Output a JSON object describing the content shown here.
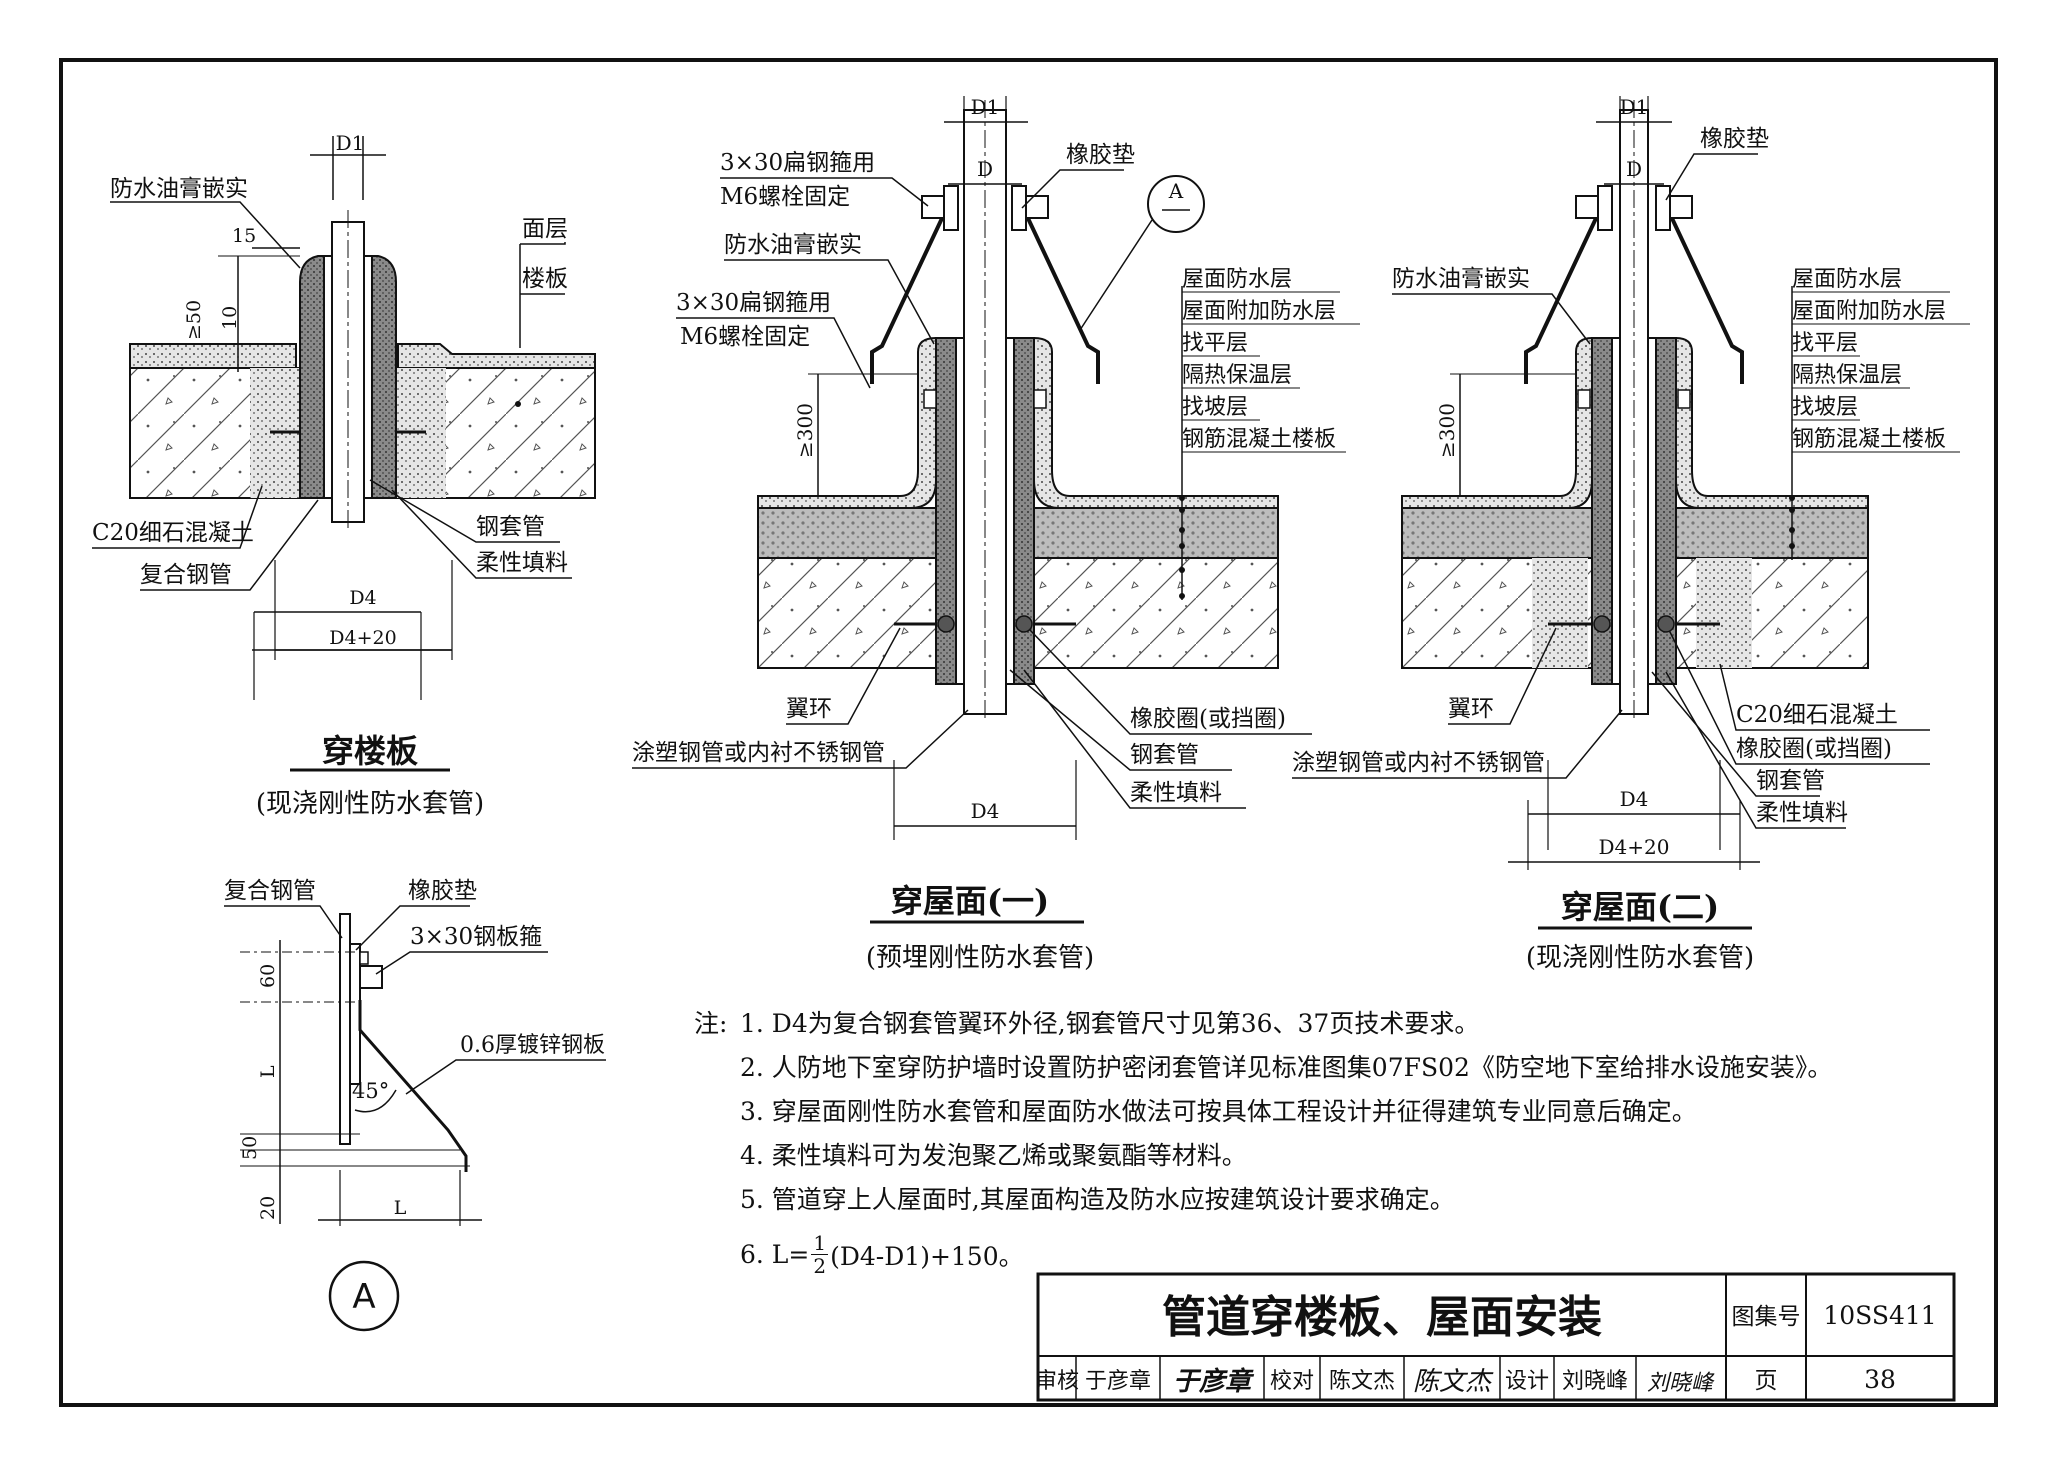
{
  "floor": {
    "labels": {
      "d1": "D1",
      "waterproof_paste": "防水油膏嵌实",
      "d15": "15",
      "ge50": "≥50",
      "d10": "10",
      "surface_layer": "面层",
      "floor_slab": "楼板",
      "c20": "C20细石混凝土",
      "composite_pipe": "复合钢管",
      "steel_sleeve": "钢套管",
      "flexible_filler": "柔性填料",
      "d4": "D4",
      "d4_20": "D4+20"
    },
    "title": "穿楼板",
    "subtitle": "(现浇刚性防水套管)"
  },
  "roof1": {
    "labels": {
      "d1": "D1",
      "d": "D",
      "hoop_top_1": "3×30扁钢箍用",
      "hoop_top_2": "M6螺栓固定",
      "rubber_pad": "橡胶垫",
      "callout": "A",
      "waterproof_paste": "防水油膏嵌实",
      "hoop_mid_1": "3×30扁钢箍用",
      "hoop_mid_2": "M6螺栓固定",
      "ge300": "≥300",
      "layers": [
        "屋面防水层",
        "屋面附加防水层",
        "找平层",
        "隔热保温层",
        "找坡层",
        "钢筋混凝土楼板"
      ],
      "wing_ring": "翼环",
      "coated_pipe": "涂塑钢管或内衬不锈钢管",
      "rubber_ring": "橡胶圈(或挡圈)",
      "steel_sleeve": "钢套管",
      "flexible_filler": "柔性填料",
      "d4": "D4"
    },
    "title": "穿屋面(一)",
    "subtitle": "(预埋刚性防水套管)"
  },
  "roof2": {
    "labels": {
      "d1": "D1",
      "d": "D",
      "rubber_pad": "橡胶垫",
      "waterproof_paste": "防水油膏嵌实",
      "ge300": "≥300",
      "layers": [
        "屋面防水层",
        "屋面附加防水层",
        "找平层",
        "隔热保温层",
        "找坡层",
        "钢筋混凝土楼板"
      ],
      "wing_ring": "翼环",
      "coated_pipe": "涂塑钢管或内衬不锈钢管",
      "c20": "C20细石混凝土",
      "rubber_ring": "橡胶圈(或挡圈)",
      "steel_sleeve": "钢套管",
      "flexible_filler": "柔性填料",
      "d4": "D4",
      "d4_20": "D4+20"
    },
    "title": "穿屋面(二)",
    "subtitle": "(现浇刚性防水套管)"
  },
  "detail_a": {
    "labels": {
      "composite_pipe": "复合钢管",
      "rubber_pad": "橡胶垫",
      "hoop": "3×30钢板箍",
      "galvanized": "0.6厚镀锌钢板",
      "d60": "60",
      "dL_v": "L",
      "d50": "50",
      "d20": "20",
      "angle": "45°",
      "dL_h": "L"
    },
    "callout": "A"
  },
  "notes": {
    "prefix": "注:",
    "items": [
      "1. D4为复合钢套管翼环外径,钢套管尺寸见第36、37页技术要求。",
      "2. 人防地下室穿防护墙时设置防护密闭套管详见标准图集07FS02《防空地下室给排水设施安装》。",
      "3. 穿屋面刚性防水套管和屋面防水做法可按具体工程设计并征得建筑专业同意后确定。",
      "4. 柔性填料可为发泡聚乙烯或聚氨酯等材料。",
      "5. 管道穿上人屋面时,其屋面构造及防水应按建筑设计要求确定。"
    ],
    "formula_prefix": "6. L=",
    "formula_num": "1",
    "formula_den": "2",
    "formula_suffix": "(D4-D1)+150。"
  },
  "title_block": {
    "title": "管道穿楼板、屋面安装",
    "atlas_label": "图集号",
    "atlas_value": "10SS411",
    "page_label": "页",
    "page_value": "38",
    "review_label": "审核",
    "review_name": "于彦章",
    "review_sign": "于彦章",
    "check_label": "校对",
    "check_name": "陈文杰",
    "check_sign": "陈文杰",
    "design_label": "设计",
    "design_name": "刘晓峰",
    "design_sign": "刘晓峰"
  }
}
